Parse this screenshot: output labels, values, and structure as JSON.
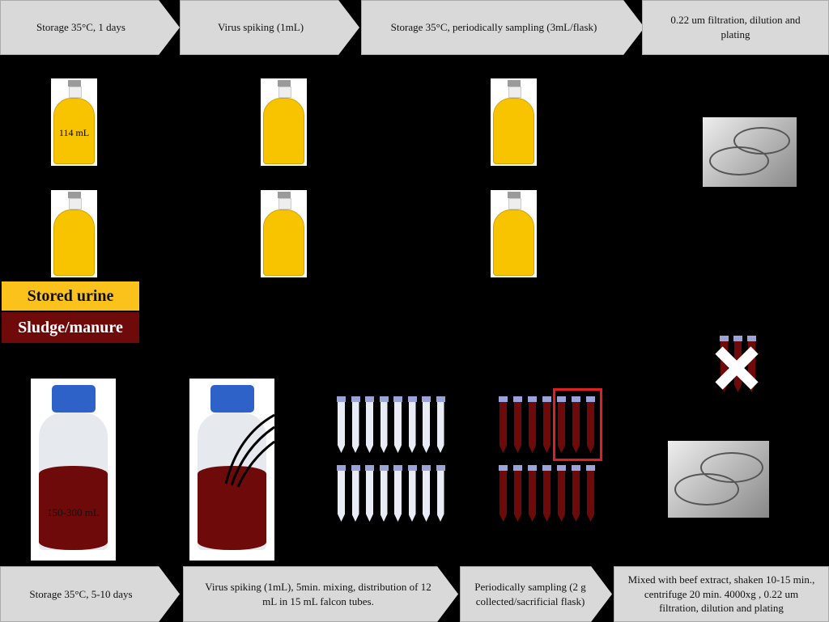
{
  "top_steps": [
    "Storage 35°C, 1 days",
    "Virus spiking (1mL)",
    "Storage 35°C, periodically sampling (3mL/flask)",
    "0.22 um filtration, dilution and plating"
  ],
  "bottom_steps": [
    "Storage 35°C, 5-10 days",
    "Virus spiking (1mL), 5min. mixing, distribution of 12 mL in 15 mL falcon tubes.",
    "Periodically sampling (2 g collected/sacrificial flask)",
    "Mixed with beef extract, shaken 10-15 min., centrifuge 20 min. 4000xg , 0.22 um filtration, dilution and plating"
  ],
  "urine_volume": "114 mL",
  "sludge_volume": "150-300 mL",
  "legend": {
    "urine": "Stored urine",
    "sludge": "Sludge/manure"
  },
  "colors": {
    "urine": "#fbc21b",
    "sludge": "#6e0a0a",
    "highlight": "#e02020"
  }
}
